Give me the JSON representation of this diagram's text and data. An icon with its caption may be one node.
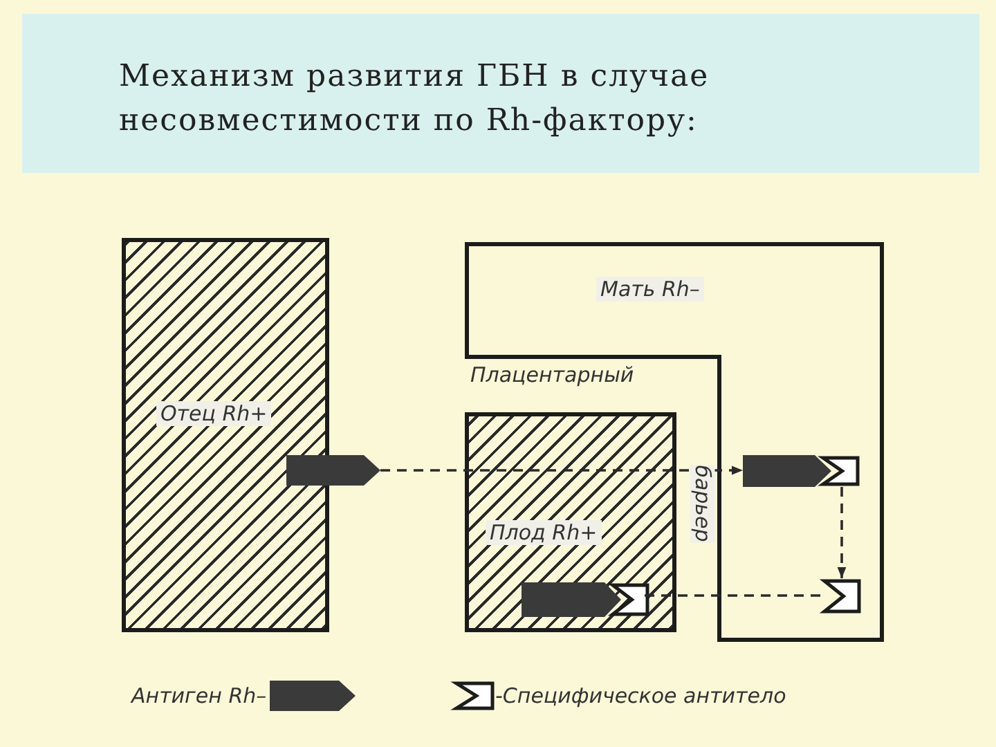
{
  "diagram": {
    "title": "Механизм развития ГБН в случае несовместимости по Rh-фактору:",
    "nodes": [
      {
        "text": [
          "Отец Rh+"
        ]
      },
      {
        "text": [
          "Мать Rh–"
        ]
      },
      {
        "text": [
          "Плод Rh+"
        ]
      },
      {
        "text": [],
        "shape": "bar"
      },
      {
        "text": [],
        "shape": "bar",
        "in": 1
      },
      {
        "text": [],
        "shape": "box",
        "in": 1
      },
      {
        "text": [],
        "shape": "bar",
        "in": 2
      }
    ],
    "edges": [
      {
        "from": 3,
        "to": 4,
        "arrow": "to",
        "style": "dashed"
      },
      {
        "from": 4,
        "to": 5,
        "arrow": "to",
        "style": "dashed"
      },
      {
        "from": 6,
        "to": 5,
        "arrow": "none",
        "style": "dashed"
      }
    ],
    "labels": [
      "Плацентарный",
      "барьер"
    ],
    "legend": [
      {
        "text": "Антиген Rh–"
      },
      {
        "text": "-Специфическое антитело"
      }
    ]
  }
}
